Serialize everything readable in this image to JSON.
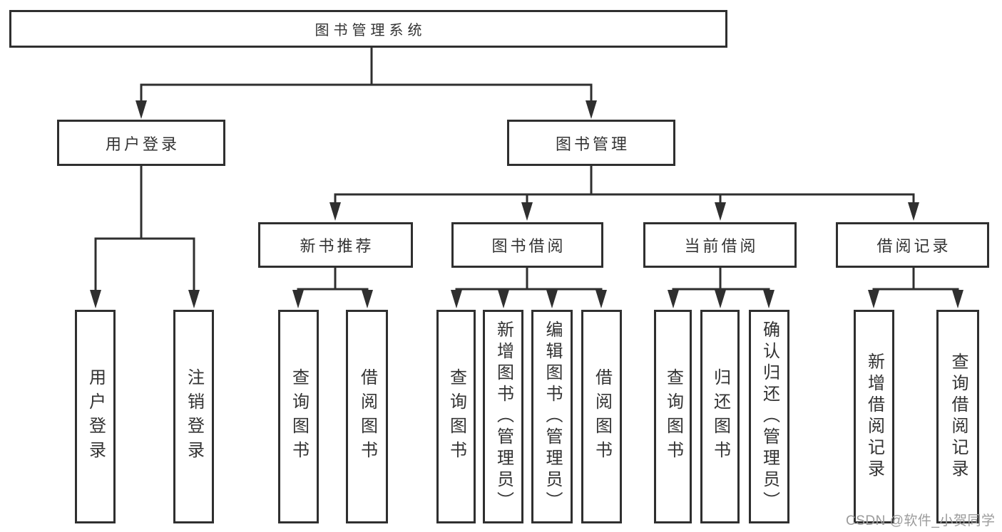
{
  "root": {
    "label": "图书管理系统"
  },
  "branches": [
    {
      "label": "用户登录",
      "leaves": [
        "用户登录",
        "注销登录"
      ]
    },
    {
      "label": "图书管理",
      "groups": [
        {
          "label": "新书推荐",
          "leaves": [
            "查询图书",
            "借阅图书"
          ]
        },
        {
          "label": "图书借阅",
          "leaves": [
            "查询图书",
            "新增图书（管理员）",
            "编辑图书（管理员）",
            "借阅图书"
          ]
        },
        {
          "label": "当前借阅",
          "leaves": [
            "查询图书",
            "归还图书",
            "确认归还（管理员）"
          ]
        },
        {
          "label": "借阅记录",
          "leaves": [
            "新增借阅记录",
            "查询借阅记录"
          ]
        }
      ]
    }
  ],
  "watermark": {
    "text": "CSDN @软件_小贺同学"
  },
  "colors": {
    "line": "#2f2f2f",
    "text": "#333333",
    "watermark": "#9b9b9b",
    "background": "#ffffff"
  }
}
